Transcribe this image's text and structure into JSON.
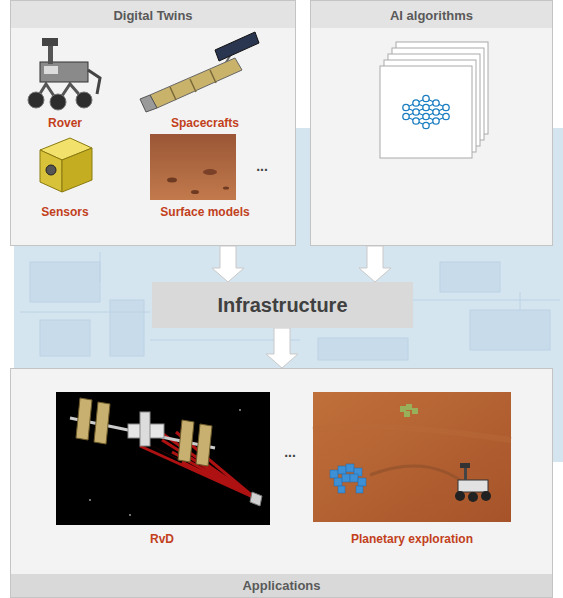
{
  "diagram": {
    "nodes": [
      {
        "text": [
          "Digital Twins"
        ]
      },
      {
        "text": [
          "AI algorithms"
        ]
      },
      {
        "text": [
          "Infrastructure"
        ]
      },
      {
        "text": [
          "Applications"
        ]
      }
    ],
    "edges": [
      {
        "from": 0,
        "to": 2,
        "arrow": "to"
      },
      {
        "from": 1,
        "to": 2,
        "arrow": "to"
      },
      {
        "from": 2,
        "to": 3,
        "arrow": "to"
      }
    ],
    "labels": [
      "Rover",
      "Spacecrafts",
      "Sensors",
      "Surface models",
      "...",
      "RvD",
      "...",
      "Planetary exploration"
    ]
  }
}
